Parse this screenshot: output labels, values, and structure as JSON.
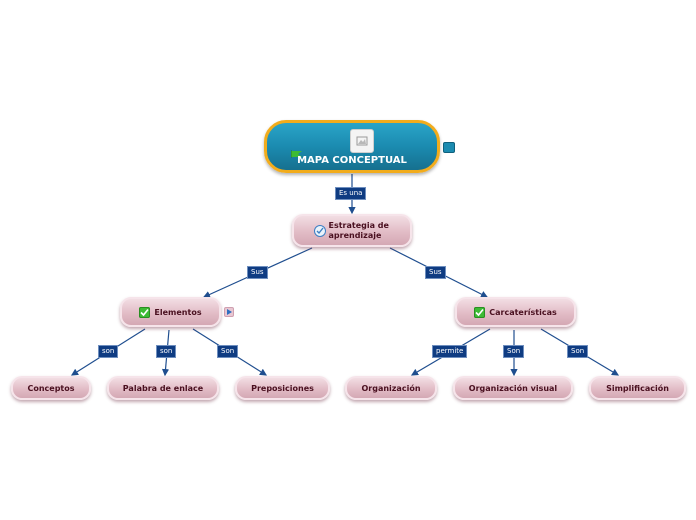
{
  "root": {
    "title": "MAPA CONCEPTUAL"
  },
  "level1": {
    "label": "Estrategia de aprendizaje",
    "link_label": "Es una"
  },
  "branches": [
    {
      "label": "Elementos",
      "link_label": "Sus",
      "children": [
        {
          "label": "Conceptos",
          "link_label": "son"
        },
        {
          "label": "Palabra de enlace",
          "link_label": "son"
        },
        {
          "label": "Preposiciones",
          "link_label": "Son"
        }
      ]
    },
    {
      "label": "Carcaterísticas",
      "link_label": "Sus",
      "children": [
        {
          "label": "Organización",
          "link_label": "permite"
        },
        {
          "label": "Organización visual",
          "link_label": "Son"
        },
        {
          "label": "Simplificación",
          "link_label": "Son"
        }
      ]
    }
  ],
  "colors": {
    "root_fill": "#1b8bb0",
    "root_border": "#f2ac1c",
    "node_fill": "#e2bcc6",
    "link_label_fill": "#0f3c82",
    "connector": "#1f4e8f"
  },
  "icons": [
    "flag-icon",
    "image-icon",
    "circle-check-icon",
    "check-icon",
    "play-icon"
  ]
}
